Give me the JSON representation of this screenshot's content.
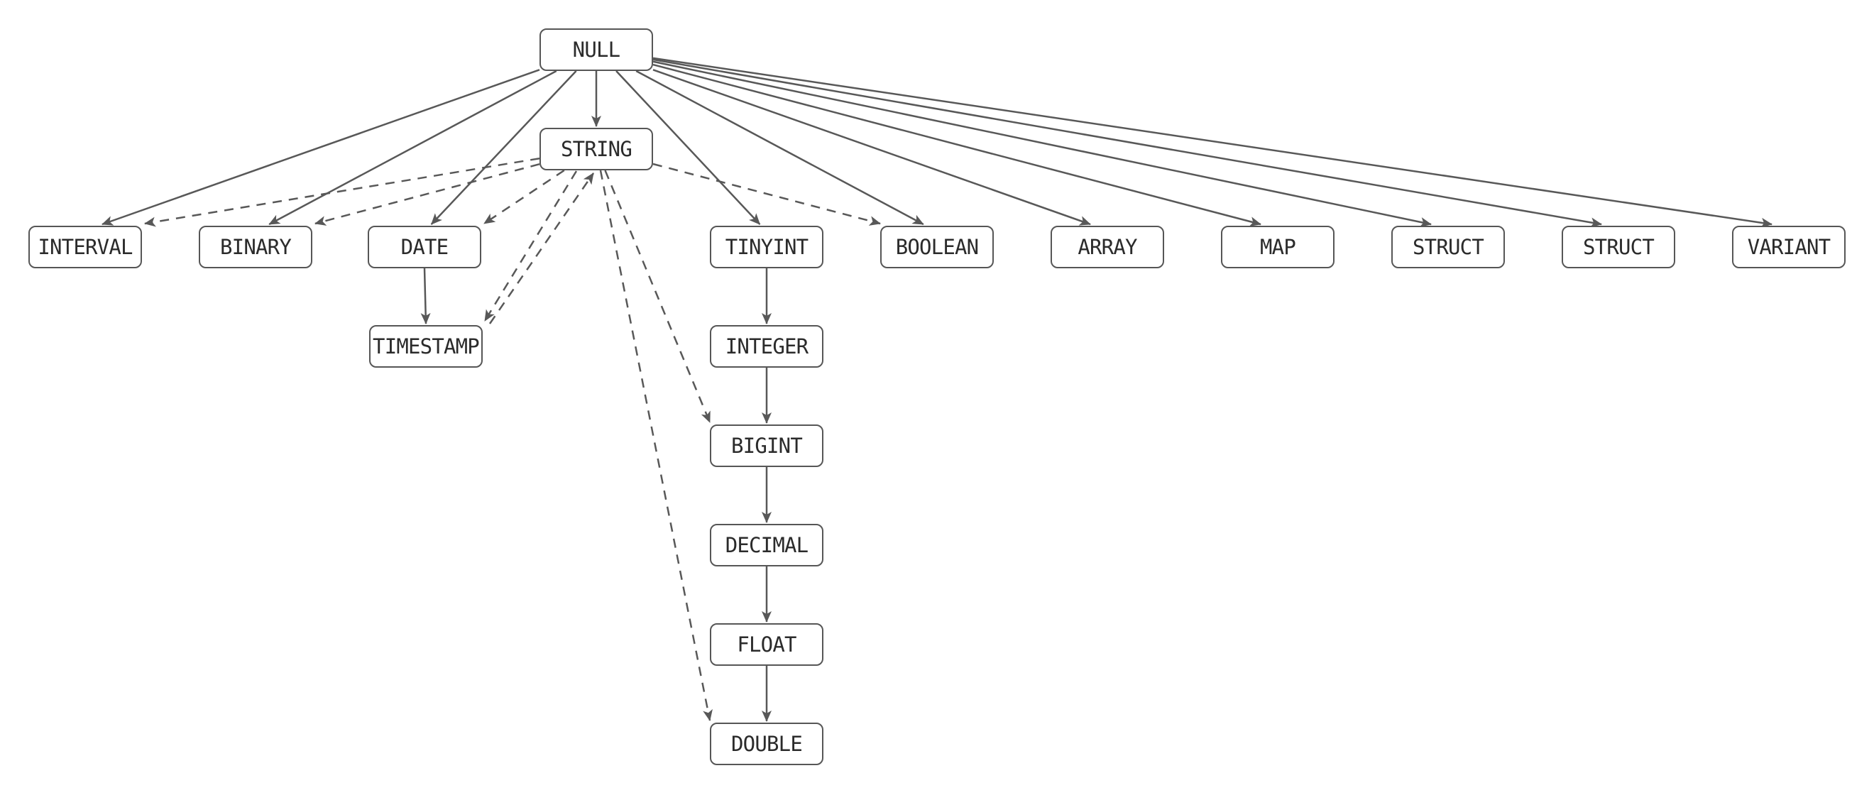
{
  "diagram": {
    "type": "flowchart-type-precedence",
    "background_color": "#ffffff",
    "edge_color": "#585858",
    "node_border_color": "#565656",
    "node_fill_color": "#ffffff",
    "node_text_color": "#2b2b2b",
    "nodes": [
      {
        "id": "null",
        "label": "NULL"
      },
      {
        "id": "string",
        "label": "STRING"
      },
      {
        "id": "interval",
        "label": "INTERVAL"
      },
      {
        "id": "binary",
        "label": "BINARY"
      },
      {
        "id": "date",
        "label": "DATE"
      },
      {
        "id": "tinyint",
        "label": "TINYINT"
      },
      {
        "id": "boolean",
        "label": "BOOLEAN"
      },
      {
        "id": "array",
        "label": "ARRAY"
      },
      {
        "id": "map",
        "label": "MAP"
      },
      {
        "id": "struct1",
        "label": "STRUCT"
      },
      {
        "id": "struct2",
        "label": "STRUCT"
      },
      {
        "id": "variant",
        "label": "VARIANT"
      },
      {
        "id": "timestamp",
        "label": "TIMESTAMP"
      },
      {
        "id": "integer",
        "label": "INTEGER"
      },
      {
        "id": "bigint",
        "label": "BIGINT"
      },
      {
        "id": "decimal",
        "label": "DECIMAL"
      },
      {
        "id": "float",
        "label": "FLOAT"
      },
      {
        "id": "double",
        "label": "DOUBLE"
      }
    ],
    "edges": [
      {
        "from": "null",
        "to": "string",
        "style": "solid"
      },
      {
        "from": "null",
        "to": "interval",
        "style": "solid"
      },
      {
        "from": "null",
        "to": "binary",
        "style": "solid"
      },
      {
        "from": "null",
        "to": "date",
        "style": "solid"
      },
      {
        "from": "null",
        "to": "tinyint",
        "style": "solid"
      },
      {
        "from": "null",
        "to": "boolean",
        "style": "solid"
      },
      {
        "from": "null",
        "to": "array",
        "style": "solid"
      },
      {
        "from": "null",
        "to": "map",
        "style": "solid"
      },
      {
        "from": "null",
        "to": "struct1",
        "style": "solid"
      },
      {
        "from": "null",
        "to": "struct2",
        "style": "solid"
      },
      {
        "from": "null",
        "to": "variant",
        "style": "solid"
      },
      {
        "from": "date",
        "to": "timestamp",
        "style": "solid"
      },
      {
        "from": "tinyint",
        "to": "integer",
        "style": "solid"
      },
      {
        "from": "integer",
        "to": "bigint",
        "style": "solid"
      },
      {
        "from": "bigint",
        "to": "decimal",
        "style": "solid"
      },
      {
        "from": "decimal",
        "to": "float",
        "style": "solid"
      },
      {
        "from": "float",
        "to": "double",
        "style": "solid"
      },
      {
        "from": "string",
        "to": "interval",
        "style": "dashed"
      },
      {
        "from": "string",
        "to": "binary",
        "style": "dashed"
      },
      {
        "from": "string",
        "to": "date",
        "style": "dashed"
      },
      {
        "from": "string",
        "to": "timestamp",
        "style": "dashed"
      },
      {
        "from": "timestamp",
        "to": "string",
        "style": "dashed"
      },
      {
        "from": "string",
        "to": "bigint",
        "style": "dashed"
      },
      {
        "from": "string",
        "to": "double",
        "style": "dashed"
      },
      {
        "from": "string",
        "to": "boolean",
        "style": "dashed"
      }
    ]
  }
}
